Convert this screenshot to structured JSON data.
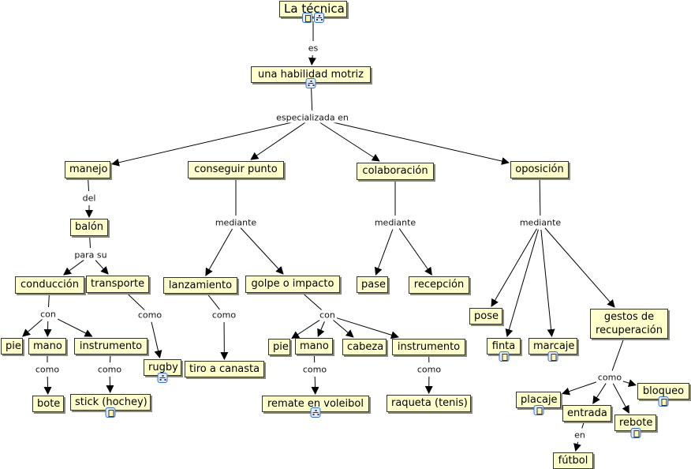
{
  "map_title": "La técnica",
  "concepts": [
    {
      "id": "tecnica",
      "label": "La técnica",
      "icons": [
        "doc-icon",
        "submap-icon"
      ]
    },
    {
      "id": "habilidad",
      "label": "una habilidad motriz",
      "icons": [
        "submap-icon"
      ]
    },
    {
      "id": "manejo",
      "label": "manejo",
      "icons": []
    },
    {
      "id": "conseguir",
      "label": "conseguir punto",
      "icons": []
    },
    {
      "id": "colaboracion",
      "label": "colaboración",
      "icons": []
    },
    {
      "id": "oposicion",
      "label": "oposición",
      "icons": []
    },
    {
      "id": "balon",
      "label": "balón",
      "icons": []
    },
    {
      "id": "conduccion",
      "label": "conducción",
      "icons": []
    },
    {
      "id": "transporte",
      "label": "transporte",
      "icons": []
    },
    {
      "id": "pie1",
      "label": "pie",
      "icons": []
    },
    {
      "id": "mano1",
      "label": "mano",
      "icons": []
    },
    {
      "id": "instrumento1",
      "label": "instrumento",
      "icons": []
    },
    {
      "id": "bote",
      "label": "bote",
      "icons": []
    },
    {
      "id": "stick",
      "label": "stick (hochey)",
      "icons": [
        "doc-icon"
      ]
    },
    {
      "id": "rugby",
      "label": "rugby",
      "icons": [
        "submap-icon"
      ]
    },
    {
      "id": "lanzamiento",
      "label": "lanzamiento",
      "icons": []
    },
    {
      "id": "golpe",
      "label": "golpe o impacto",
      "icons": []
    },
    {
      "id": "tiro",
      "label": "tiro a canasta",
      "icons": []
    },
    {
      "id": "pie2",
      "label": "pie",
      "icons": []
    },
    {
      "id": "mano2",
      "label": "mano",
      "icons": []
    },
    {
      "id": "cabeza",
      "label": "cabeza",
      "icons": []
    },
    {
      "id": "instrumento2",
      "label": "instrumento",
      "icons": []
    },
    {
      "id": "remate",
      "label": "remate en voleibol",
      "icons": [
        "submap-icon"
      ]
    },
    {
      "id": "raqueta",
      "label": "raqueta (tenis)",
      "icons": []
    },
    {
      "id": "pase",
      "label": "pase",
      "icons": []
    },
    {
      "id": "recepcion",
      "label": "recepción",
      "icons": []
    },
    {
      "id": "pose",
      "label": "pose",
      "icons": []
    },
    {
      "id": "finta",
      "label": "finta",
      "icons": [
        "doc-icon"
      ]
    },
    {
      "id": "marcaje",
      "label": "marcaje",
      "icons": [
        "doc-icon"
      ]
    },
    {
      "id": "gestos",
      "label": "gestos de recuperación",
      "icons": []
    },
    {
      "id": "placaje",
      "label": "placaje",
      "icons": [
        "doc-icon"
      ]
    },
    {
      "id": "entrada",
      "label": "entrada",
      "icons": []
    },
    {
      "id": "rebote",
      "label": "rebote",
      "icons": [
        "doc-icon"
      ]
    },
    {
      "id": "bloqueo",
      "label": "bloqueo",
      "icons": [
        "doc-icon"
      ]
    },
    {
      "id": "futbol",
      "label": "fútbol",
      "icons": []
    }
  ],
  "linking_phrases": [
    {
      "id": "l_es",
      "label": "es"
    },
    {
      "id": "l_esp",
      "label": "especializada en"
    },
    {
      "id": "l_del",
      "label": "del"
    },
    {
      "id": "l_para",
      "label": "para su"
    },
    {
      "id": "l_con1",
      "label": "con"
    },
    {
      "id": "l_como_mano1",
      "label": "como"
    },
    {
      "id": "l_como_inst1",
      "label": "como"
    },
    {
      "id": "l_como_transp",
      "label": "como"
    },
    {
      "id": "l_med_cons",
      "label": "mediante"
    },
    {
      "id": "l_como_lanz",
      "label": "como"
    },
    {
      "id": "l_con2",
      "label": "con"
    },
    {
      "id": "l_como_mano2",
      "label": "como"
    },
    {
      "id": "l_como_inst2",
      "label": "como"
    },
    {
      "id": "l_med_col",
      "label": "mediante"
    },
    {
      "id": "l_med_op",
      "label": "mediante"
    },
    {
      "id": "l_como_gestos",
      "label": "como"
    },
    {
      "id": "l_en",
      "label": "en"
    }
  ],
  "connections": [
    [
      "tecnica",
      "l_es"
    ],
    [
      "l_es",
      "habilidad"
    ],
    [
      "habilidad",
      "l_esp"
    ],
    [
      "l_esp",
      "manejo"
    ],
    [
      "l_esp",
      "conseguir"
    ],
    [
      "l_esp",
      "colaboracion"
    ],
    [
      "l_esp",
      "oposicion"
    ],
    [
      "manejo",
      "l_del"
    ],
    [
      "l_del",
      "balon"
    ],
    [
      "balon",
      "l_para"
    ],
    [
      "l_para",
      "conduccion"
    ],
    [
      "l_para",
      "transporte"
    ],
    [
      "conduccion",
      "l_con1"
    ],
    [
      "l_con1",
      "pie1"
    ],
    [
      "l_con1",
      "mano1"
    ],
    [
      "l_con1",
      "instrumento1"
    ],
    [
      "mano1",
      "l_como_mano1"
    ],
    [
      "l_como_mano1",
      "bote"
    ],
    [
      "instrumento1",
      "l_como_inst1"
    ],
    [
      "l_como_inst1",
      "stick"
    ],
    [
      "transporte",
      "l_como_transp"
    ],
    [
      "l_como_transp",
      "rugby"
    ],
    [
      "conseguir",
      "l_med_cons"
    ],
    [
      "l_med_cons",
      "lanzamiento"
    ],
    [
      "l_med_cons",
      "golpe"
    ],
    [
      "lanzamiento",
      "l_como_lanz"
    ],
    [
      "l_como_lanz",
      "tiro"
    ],
    [
      "golpe",
      "l_con2"
    ],
    [
      "l_con2",
      "pie2"
    ],
    [
      "l_con2",
      "mano2"
    ],
    [
      "l_con2",
      "cabeza"
    ],
    [
      "l_con2",
      "instrumento2"
    ],
    [
      "mano2",
      "l_como_mano2"
    ],
    [
      "l_como_mano2",
      "remate"
    ],
    [
      "instrumento2",
      "l_como_inst2"
    ],
    [
      "l_como_inst2",
      "raqueta"
    ],
    [
      "colaboracion",
      "l_med_col"
    ],
    [
      "l_med_col",
      "pase"
    ],
    [
      "l_med_col",
      "recepcion"
    ],
    [
      "oposicion",
      "l_med_op"
    ],
    [
      "l_med_op",
      "pose"
    ],
    [
      "l_med_op",
      "finta"
    ],
    [
      "l_med_op",
      "marcaje"
    ],
    [
      "l_med_op",
      "gestos"
    ],
    [
      "gestos",
      "l_como_gestos"
    ],
    [
      "l_como_gestos",
      "placaje"
    ],
    [
      "l_como_gestos",
      "entrada"
    ],
    [
      "l_como_gestos",
      "rebote"
    ],
    [
      "l_como_gestos",
      "bloqueo"
    ],
    [
      "entrada",
      "l_en"
    ],
    [
      "l_en",
      "futbol"
    ]
  ],
  "colors": {
    "node_fill": "#ffffcc",
    "node_border": "#333333",
    "line": "#000000",
    "icon_border": "#3a6fc4"
  }
}
